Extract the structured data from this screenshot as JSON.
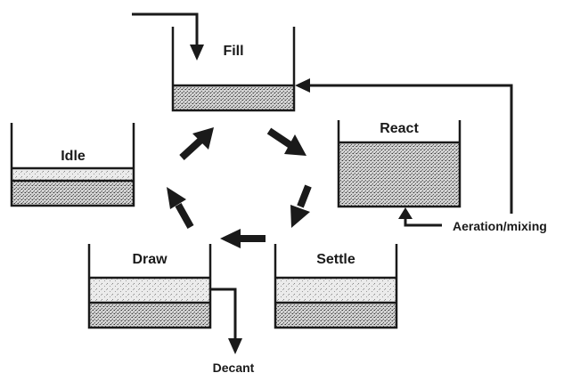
{
  "diagram": {
    "title": "Sequencing batch reactor cycle",
    "stages": [
      {
        "id": "fill",
        "label": "Fill"
      },
      {
        "id": "react",
        "label": "React"
      },
      {
        "id": "settle",
        "label": "Settle"
      },
      {
        "id": "draw",
        "label": "Draw"
      },
      {
        "id": "idle",
        "label": "Idle"
      }
    ],
    "annotations": {
      "aeration": "Aeration/mixing",
      "decant": "Decant"
    },
    "cycle_order": [
      "Fill",
      "React",
      "Settle",
      "Draw",
      "Idle"
    ],
    "colors": {
      "ink": "#1a1a1a",
      "sludge": "#bdbdbd",
      "supernatant": "#e6e6e6"
    }
  }
}
